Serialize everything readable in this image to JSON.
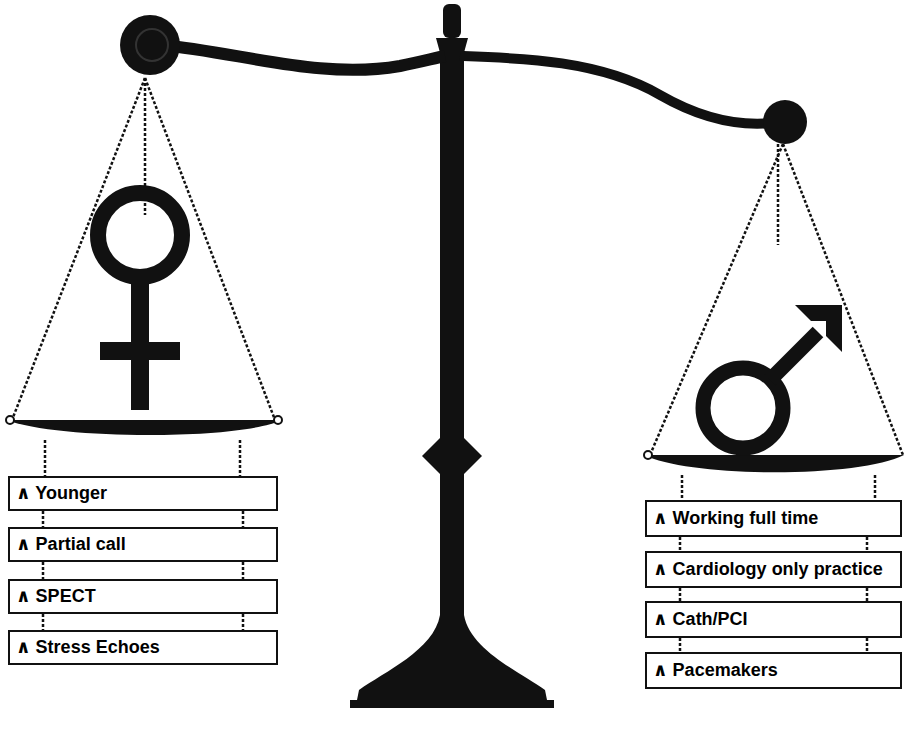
{
  "diagram": {
    "nodes": [
      {
        "text": [
          "∧ Younger"
        ]
      },
      {
        "text": [
          "∧ Partial call"
        ]
      },
      {
        "text": [
          "∧ SPECT"
        ]
      },
      {
        "text": [
          "∧ Stress Echoes"
        ]
      },
      {
        "text": [
          "∧ Working full time"
        ]
      },
      {
        "text": [
          "∧ Cardiology only practice"
        ]
      },
      {
        "text": [
          "∧ Cath/PCI"
        ]
      },
      {
        "text": [
          "∧ Pacemakers"
        ]
      }
    ],
    "edges": [
      {
        "from": 0,
        "to": 1,
        "arrow": "none"
      },
      {
        "from": 1,
        "to": 2,
        "arrow": "none"
      },
      {
        "from": 2,
        "to": 3,
        "arrow": "none"
      },
      {
        "from": 4,
        "to": 5,
        "arrow": "none"
      },
      {
        "from": 5,
        "to": 6,
        "arrow": "none"
      },
      {
        "from": 6,
        "to": 7,
        "arrow": "none"
      }
    ]
  }
}
